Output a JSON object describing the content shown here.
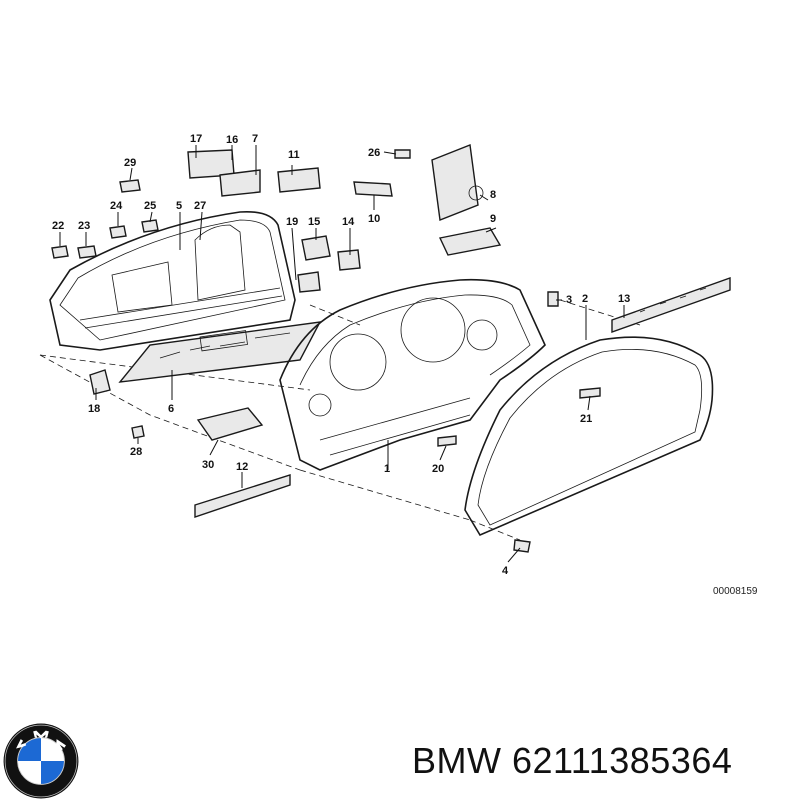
{
  "callouts": [
    {
      "id": "c1",
      "label": "1"
    },
    {
      "id": "c2",
      "label": "2"
    },
    {
      "id": "c3",
      "label": "3"
    },
    {
      "id": "c4",
      "label": "4"
    },
    {
      "id": "c5",
      "label": "5"
    },
    {
      "id": "c6",
      "label": "6"
    },
    {
      "id": "c7",
      "label": "7"
    },
    {
      "id": "c8",
      "label": "8"
    },
    {
      "id": "c9",
      "label": "9"
    },
    {
      "id": "c10",
      "label": "10"
    },
    {
      "id": "c11",
      "label": "11"
    },
    {
      "id": "c12",
      "label": "12"
    },
    {
      "id": "c13",
      "label": "13"
    },
    {
      "id": "c14",
      "label": "14"
    },
    {
      "id": "c15",
      "label": "15"
    },
    {
      "id": "c16",
      "label": "16"
    },
    {
      "id": "c17",
      "label": "17"
    },
    {
      "id": "c18",
      "label": "18"
    },
    {
      "id": "c19",
      "label": "19"
    },
    {
      "id": "c20",
      "label": "20"
    },
    {
      "id": "c21",
      "label": "21"
    },
    {
      "id": "c22",
      "label": "22"
    },
    {
      "id": "c23",
      "label": "23"
    },
    {
      "id": "c24",
      "label": "24"
    },
    {
      "id": "c25",
      "label": "25"
    },
    {
      "id": "c26",
      "label": "26"
    },
    {
      "id": "c27",
      "label": "27"
    },
    {
      "id": "c28",
      "label": "28"
    },
    {
      "id": "c29",
      "label": "29"
    },
    {
      "id": "c30",
      "label": "30"
    }
  ],
  "diagram_code": "00008159",
  "footer": {
    "brand": "BMW",
    "part_number": "62111385364",
    "text": "BMW 62111385364"
  },
  "logo": {
    "letters": "BMW",
    "colors": {
      "blue": "#1c69d4",
      "white": "#ffffff",
      "ring": "#111111"
    }
  }
}
